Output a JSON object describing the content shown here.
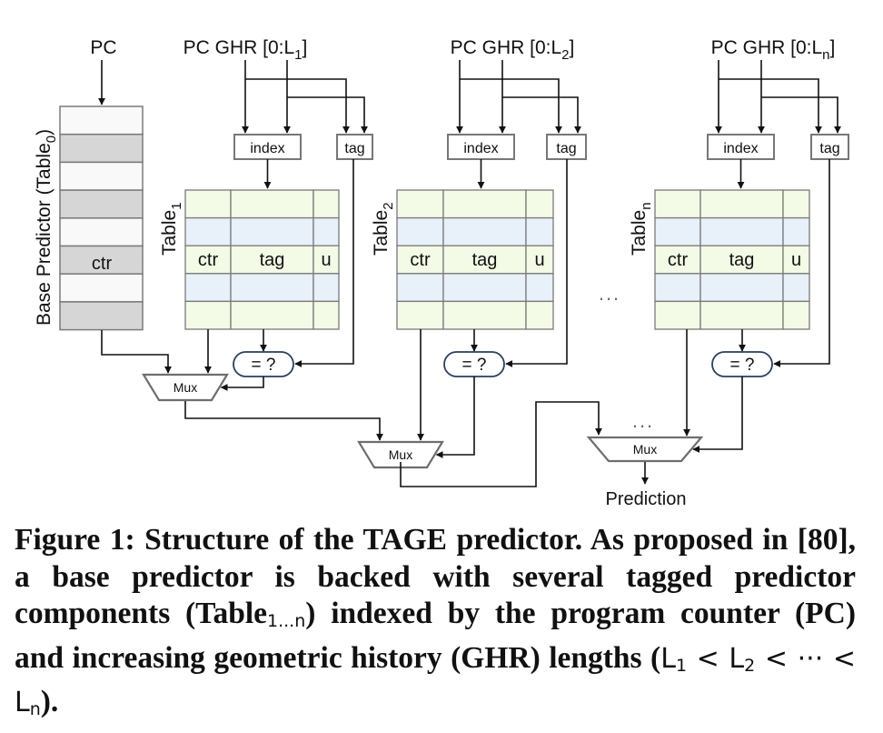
{
  "figure": {
    "base_predictor": {
      "input_label": "PC",
      "side_label": "Base Predictor (Table",
      "side_label_sub": "0",
      "side_label_close": ")",
      "cell_label": "ctr",
      "row_colors": [
        "#f9f9f9",
        "#d6d6d6"
      ]
    },
    "tables": [
      {
        "id": "table-1",
        "input_label": "PC GHR",
        "range_label": "[0:L",
        "range_sub": "1",
        "range_close": "]",
        "index_label": "index",
        "tag_label": "tag",
        "side_label": "Table",
        "side_sub": "1",
        "columns": [
          "ctr",
          "tag",
          "u"
        ],
        "compare_label": "= ?",
        "mux_label": "Mux"
      },
      {
        "id": "table-2",
        "input_label": "PC GHR",
        "range_label": "[0:L",
        "range_sub": "2",
        "range_close": "]",
        "index_label": "index",
        "tag_label": "tag",
        "side_label": "Table",
        "side_sub": "2",
        "columns": [
          "ctr",
          "tag",
          "u"
        ],
        "compare_label": "= ?",
        "mux_label": "Mux"
      },
      {
        "id": "table-n",
        "input_label": "PC GHR",
        "range_label": "[0:L",
        "range_sub": "n",
        "range_close": "]",
        "index_label": "index",
        "tag_label": "tag",
        "side_label": "Table",
        "side_sub": "n",
        "columns": [
          "ctr",
          "tag",
          "u"
        ],
        "compare_label": "= ?",
        "mux_label": "Mux"
      }
    ],
    "ellipsis": "...",
    "output_label": "Prediction",
    "colors": {
      "row_green": "#f3fae6",
      "row_blue": "#e8f0f9",
      "grid": "#7a7a7a",
      "compare_border": "#2b3f5e",
      "line": "#111111"
    }
  },
  "caption": {
    "lead": "Figure 1: Structure of the TAGE predictor. As proposed in [80], a base predictor is backed with several tagged predictor components (Table",
    "tables_sub": "1...n",
    "mid": ") indexed by the program counter (PC) and increasing geometric history (GHR) lengths (",
    "l1": "L",
    "l1_sub": "1",
    "lt1": " < ",
    "l2": "L",
    "l2_sub": "2",
    "lt2": " < ··· < ",
    "ln": "L",
    "ln_sub": "n",
    "end": ")."
  }
}
